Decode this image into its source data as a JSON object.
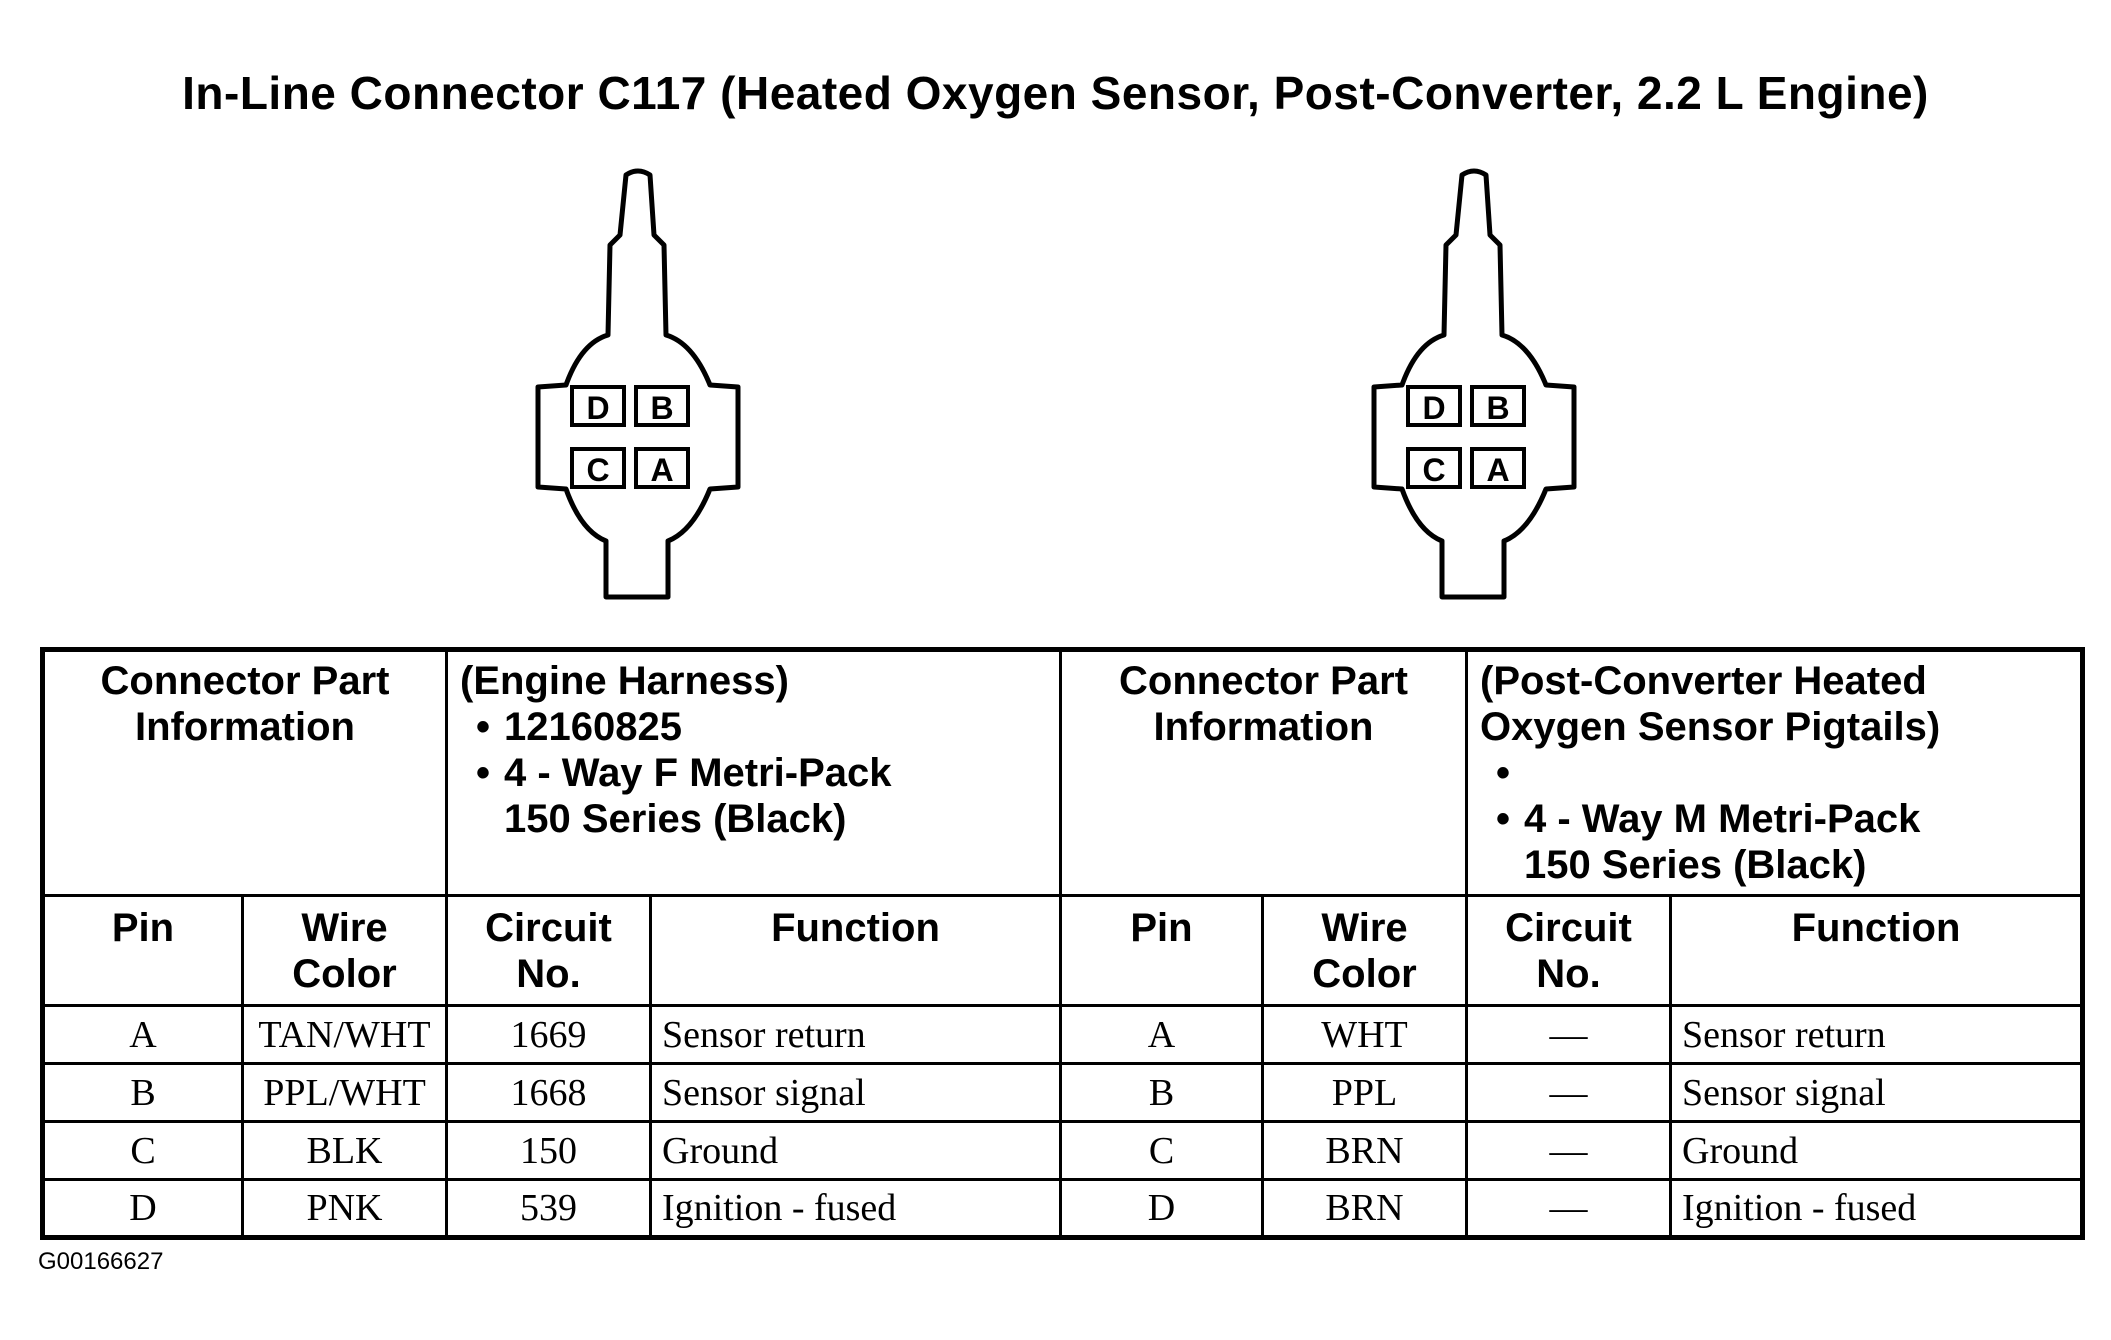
{
  "title": "In-Line Connector C117 (Heated Oxygen Sensor, Post-Converter, 2.2 L Engine)",
  "connectors": {
    "left": {
      "pins": [
        "D",
        "B",
        "C",
        "A"
      ]
    },
    "right": {
      "pins": [
        "D",
        "B",
        "C",
        "A"
      ]
    }
  },
  "table": {
    "left": {
      "part_info_label": "Connector Part Information",
      "part_info_heading": "(Engine Harness)",
      "part_info_items": [
        "12160825",
        "4 - Way F Metri-Pack 150 Series (Black)"
      ],
      "columns": {
        "pin": "Pin",
        "wire_color": "Wire Color",
        "circuit_no": "Circuit No.",
        "function": "Function"
      },
      "rows": [
        {
          "pin": "A",
          "wire_color": "TAN/WHT",
          "circuit_no": "1669",
          "function": "Sensor return"
        },
        {
          "pin": "B",
          "wire_color": "PPL/WHT",
          "circuit_no": "1668",
          "function": "Sensor signal"
        },
        {
          "pin": "C",
          "wire_color": "BLK",
          "circuit_no": "150",
          "function": "Ground"
        },
        {
          "pin": "D",
          "wire_color": "PNK",
          "circuit_no": "539",
          "function": "Ignition - fused"
        }
      ]
    },
    "right": {
      "part_info_label": "Connector Part Information",
      "part_info_heading": "(Post-Converter Heated Oxygen Sensor Pigtails)",
      "part_info_items": [
        "",
        "4 - Way M Metri-Pack 150 Series (Black)"
      ],
      "columns": {
        "pin": "Pin",
        "wire_color": "Wire Color",
        "circuit_no": "Circuit No.",
        "function": "Function"
      },
      "rows": [
        {
          "pin": "A",
          "wire_color": "WHT",
          "circuit_no": "—",
          "function": "Sensor return"
        },
        {
          "pin": "B",
          "wire_color": "PPL",
          "circuit_no": "—",
          "function": "Sensor signal"
        },
        {
          "pin": "C",
          "wire_color": "BRN",
          "circuit_no": "—",
          "function": "Ground"
        },
        {
          "pin": "D",
          "wire_color": "BRN",
          "circuit_no": "—",
          "function": "Ignition - fused"
        }
      ]
    }
  },
  "figure_code": "G00166627"
}
